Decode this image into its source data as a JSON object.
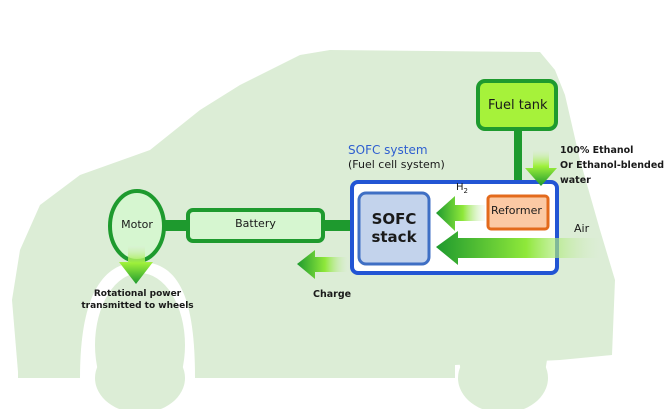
{
  "diagram": {
    "title": "SOFC fuel cell vehicle system",
    "components": {
      "motor": "Motor",
      "battery": "Battery",
      "sofc_stack_line1": "SOFC",
      "sofc_stack_line2": "stack",
      "reformer": "Reformer",
      "fuel_tank": "Fuel tank"
    },
    "system_label": {
      "title": "SOFC system",
      "subtitle": "(Fuel cell system)"
    },
    "flows": {
      "h2_main": "H",
      "h2_sub": "2",
      "air": "Air",
      "charge": "Charge",
      "fuel_line1": "100% Ethanol",
      "fuel_line2": "Or Ethanol-blended",
      "fuel_line3": "water",
      "wheels_line1": "Rotational power",
      "wheels_line2": "transmitted to wheels"
    },
    "colors": {
      "car_body": "#dcedd6",
      "dark_green": "#1e9a2e",
      "bright_green": "#9ef03a",
      "system_border": "#2255d4",
      "system_title": "#2e5fd0",
      "stack_fill": "#c3d3ec",
      "stack_border": "#3f6fc4",
      "reformer_fill": "#fbc9a4",
      "reformer_border": "#e36a1c",
      "tank_fill": "#a6f23a",
      "battery_fill": "#d6f6d0",
      "motor_fill": "#d6f6d0"
    }
  }
}
